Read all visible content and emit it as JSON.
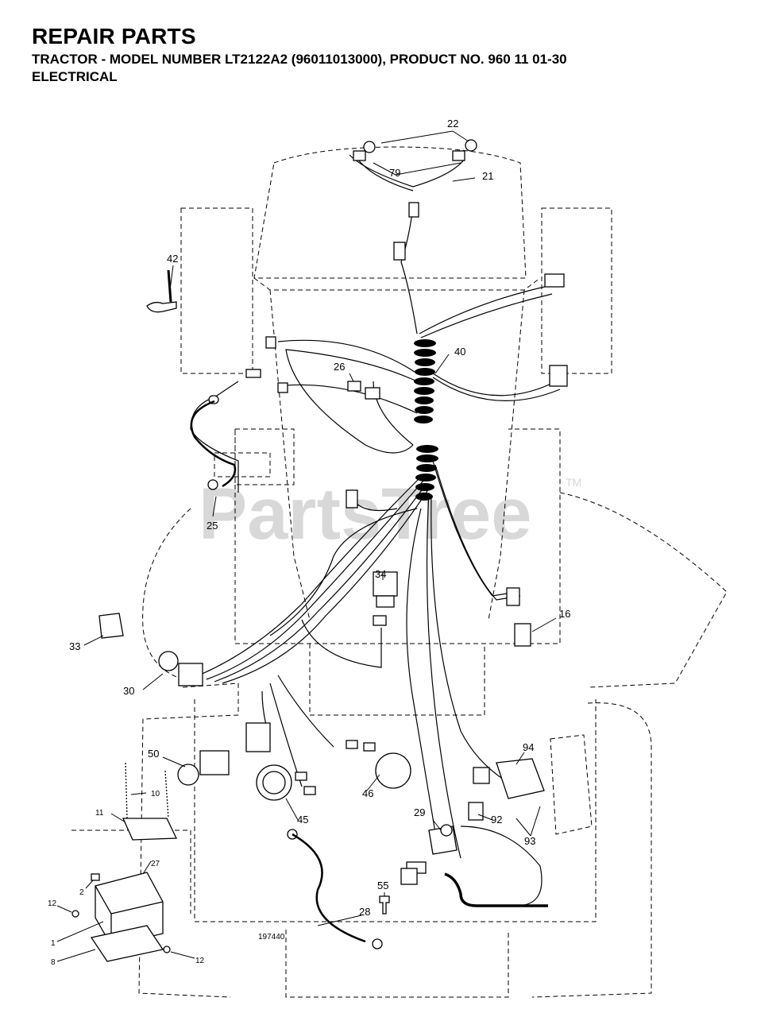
{
  "header": {
    "title": "REPAIR PARTS",
    "subtitle": "TRACTOR - MODEL NUMBER LT2122A2 (96011013000), PRODUCT NO. 960 11 01-30",
    "section": "ELECTRICAL"
  },
  "watermark": {
    "text": "PartsTree",
    "tm": "TM"
  },
  "drawing_number": "197440",
  "callouts": {
    "c22": "22",
    "c79": "79",
    "c21": "21",
    "c42": "42",
    "c40": "40",
    "c26": "26",
    "c25": "25",
    "c34": "34",
    "c16": "16",
    "c33": "33",
    "c30": "30",
    "c50": "50",
    "c10": "10",
    "c11": "11",
    "c27": "27",
    "c2": "2",
    "c12a": "12",
    "c1": "1",
    "c8": "8",
    "c12b": "12",
    "c45": "45",
    "c46": "46",
    "c94": "94",
    "c29": "29",
    "c92": "92",
    "c93": "93",
    "c55": "55",
    "c28": "28"
  }
}
